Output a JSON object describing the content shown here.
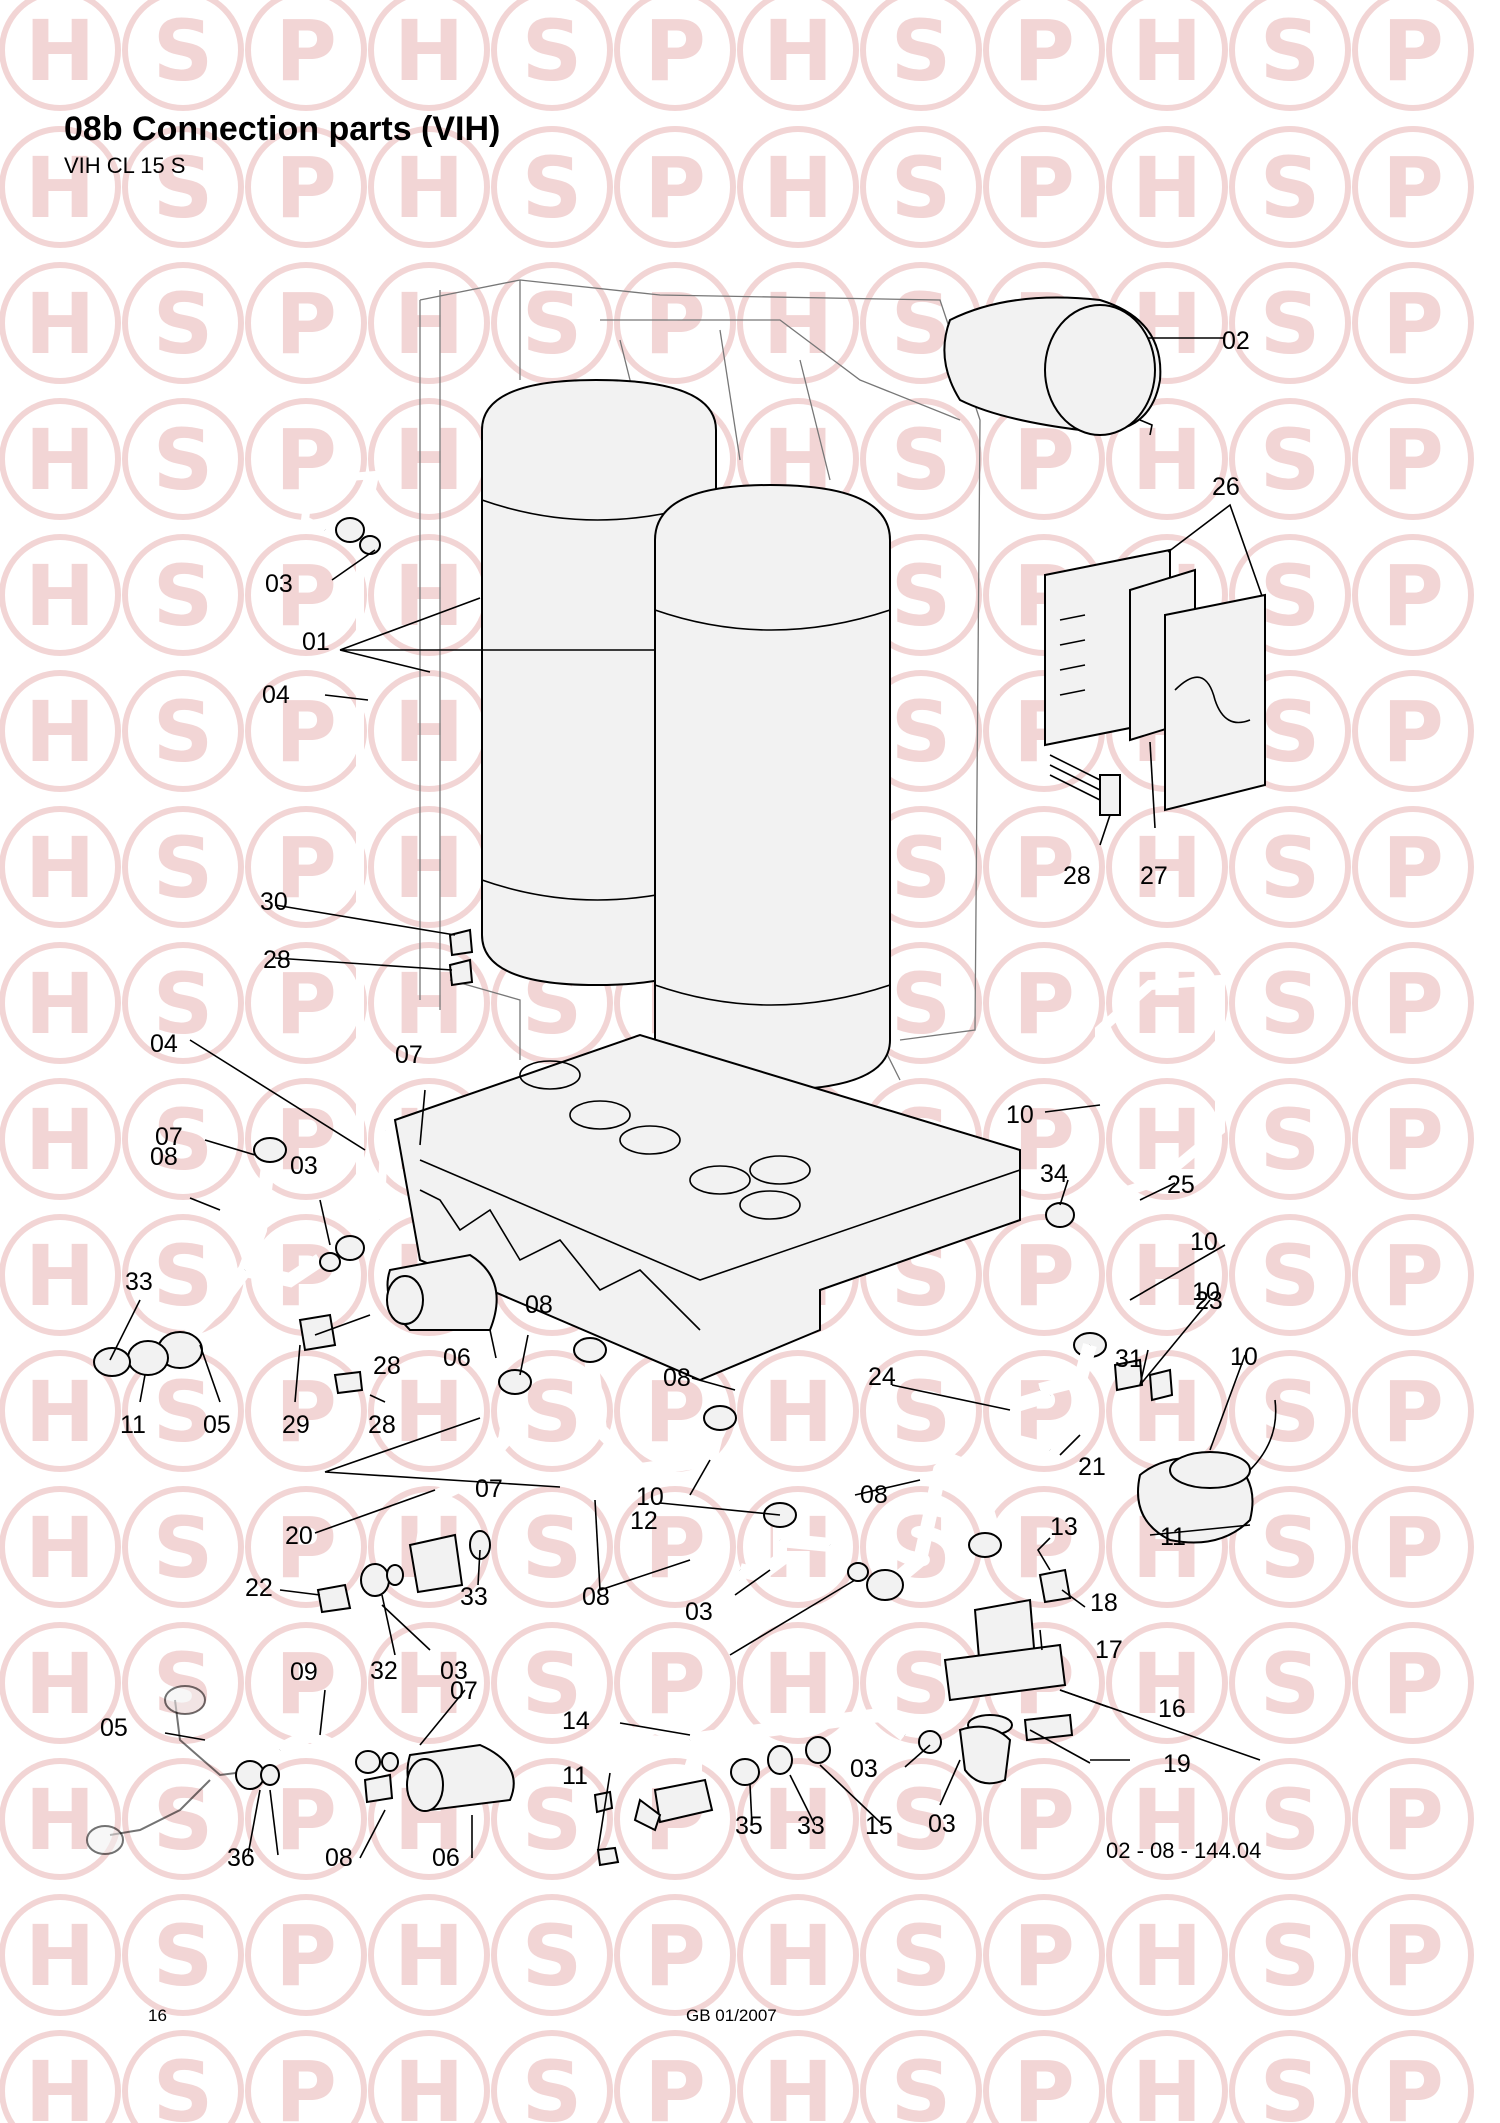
{
  "page": {
    "title": "08b Connection parts (VIH)",
    "model": "VIH CL 15 S",
    "drawing_code": "02 - 08 - 144.04",
    "page_number": "16",
    "edition": "GB 01/2007"
  },
  "watermark": {
    "letters": [
      "H",
      "S",
      "P"
    ],
    "color": "#e8b4b4"
  },
  "callouts": [
    "02",
    "26",
    "03",
    "01",
    "04",
    "28",
    "27",
    "30",
    "28",
    "04",
    "07",
    "10",
    "07",
    "08",
    "03",
    "34",
    "25",
    "10",
    "33",
    "08",
    "10",
    "06",
    "28",
    "11",
    "05",
    "29",
    "28",
    "31",
    "23",
    "24",
    "10",
    "08",
    "21",
    "07",
    "10",
    "12",
    "08",
    "13",
    "20",
    "11",
    "33",
    "08",
    "22",
    "18",
    "03",
    "17",
    "32",
    "03",
    "09",
    "07",
    "14",
    "16",
    "05",
    "19",
    "11",
    "03",
    "36",
    "35",
    "33",
    "15",
    "03",
    "08",
    "06"
  ]
}
